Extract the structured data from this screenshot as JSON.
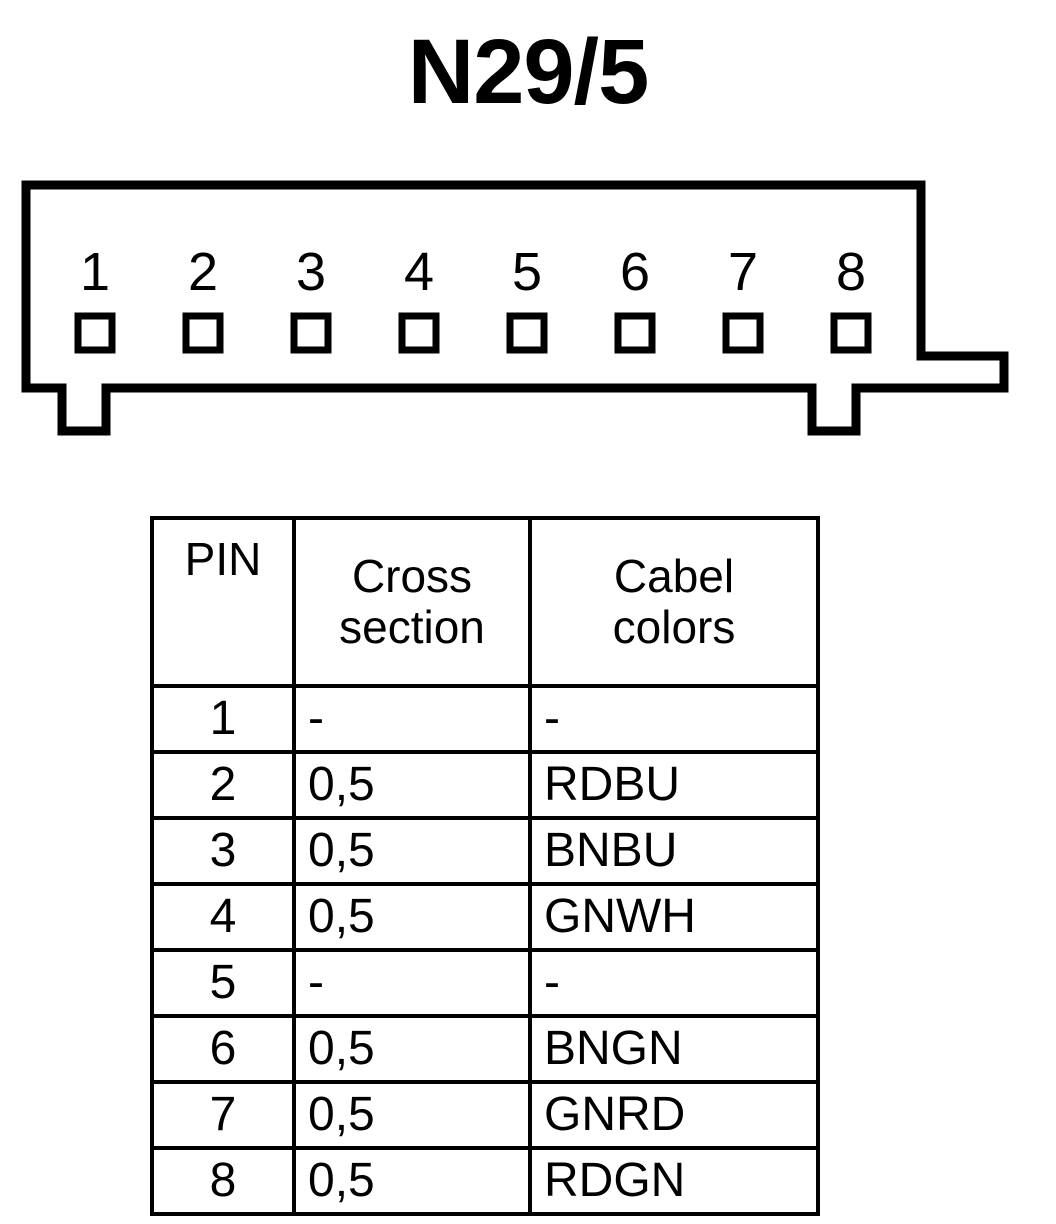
{
  "title": "N29/5",
  "connector": {
    "name": "8-pin connector housing",
    "pin_count": 8,
    "pin_numbers": [
      "1",
      "2",
      "3",
      "4",
      "5",
      "6",
      "7",
      "8"
    ],
    "outline_color": "#000000",
    "fill_color": "#ffffff"
  },
  "table": {
    "headers": {
      "pin": "PIN",
      "cross_section_line1": "Cross",
      "cross_section_line2": "section",
      "cable_colors_line1": "Cabel",
      "cable_colors_line2": "colors"
    },
    "rows": [
      {
        "pin": "1",
        "cross_section": "-",
        "cable_colors": "-"
      },
      {
        "pin": "2",
        "cross_section": "0,5",
        "cable_colors": "RDBU"
      },
      {
        "pin": "3",
        "cross_section": "0,5",
        "cable_colors": "BNBU"
      },
      {
        "pin": "4",
        "cross_section": "0,5",
        "cable_colors": "GNWH"
      },
      {
        "pin": "5",
        "cross_section": "-",
        "cable_colors": "-"
      },
      {
        "pin": "6",
        "cross_section": "0,5",
        "cable_colors": "BNGN"
      },
      {
        "pin": "7",
        "cross_section": "0,5",
        "cable_colors": "GNRD"
      },
      {
        "pin": "8",
        "cross_section": "0,5",
        "cable_colors": "RDGN"
      }
    ]
  }
}
